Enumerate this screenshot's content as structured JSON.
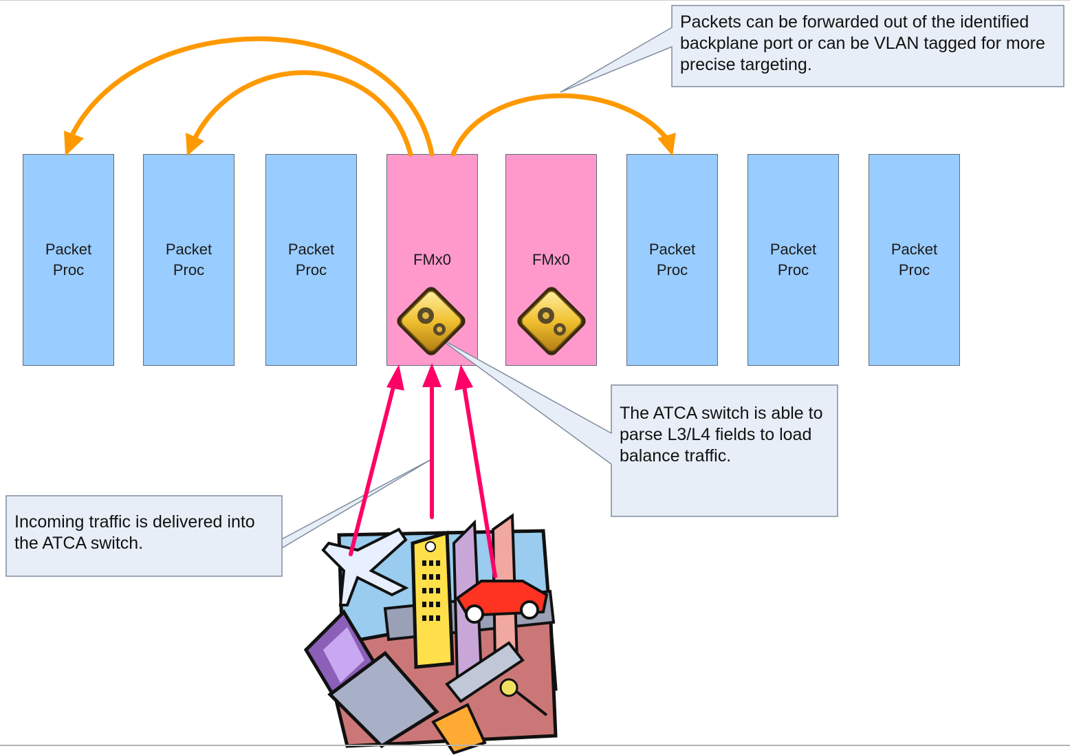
{
  "cards": [
    {
      "id": "card-1",
      "type": "packet-proc",
      "label": "Packet\nProc"
    },
    {
      "id": "card-2",
      "type": "packet-proc",
      "label": "Packet\nProc"
    },
    {
      "id": "card-3",
      "type": "packet-proc",
      "label": "Packet\nProc"
    },
    {
      "id": "card-4",
      "type": "switch",
      "label": "FMx0"
    },
    {
      "id": "card-5",
      "type": "switch",
      "label": "FMx0"
    },
    {
      "id": "card-6",
      "type": "packet-proc",
      "label": "Packet\nProc"
    },
    {
      "id": "card-7",
      "type": "packet-proc",
      "label": "Packet\nProc"
    },
    {
      "id": "card-8",
      "type": "packet-proc",
      "label": "Packet\nProc"
    }
  ],
  "callouts": {
    "forwarding": "Packets can be forwarded out of the identified backplane port or can be VLAN tagged for more precise targeting.",
    "parsing": "The ATCA switch is able to parse L3/L4 fields to load balance traffic.",
    "incoming": "Incoming traffic is delivered into the ATCA switch."
  },
  "colors": {
    "packet_proc_fill": "#99ccff",
    "switch_fill": "#ff99cc",
    "forward_arrow": "#ff9900",
    "incoming_arrow": "#ff0066",
    "callout_fill": "#e8eef7"
  },
  "icons": {
    "switch_chip": "gear-chip-icon",
    "traffic_source": "city-traffic-clipart-icon"
  }
}
